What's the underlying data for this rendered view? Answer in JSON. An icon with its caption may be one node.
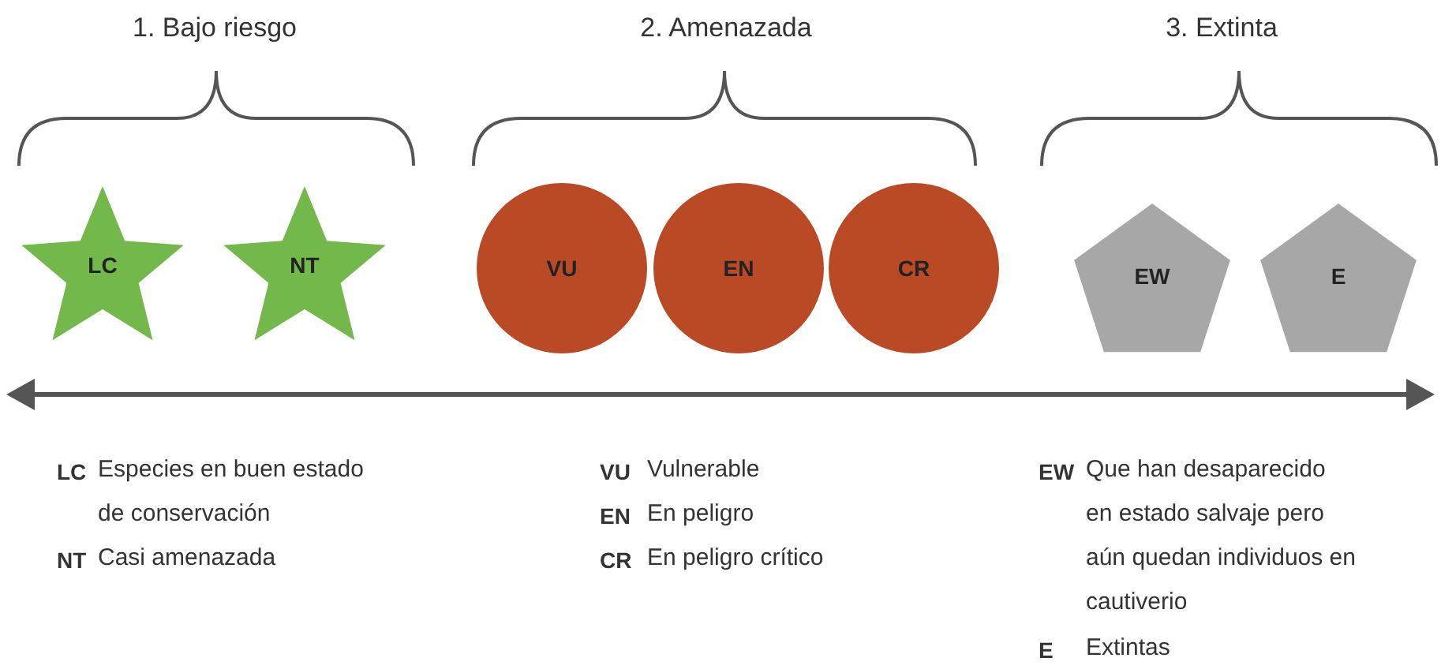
{
  "diagram": {
    "nodes": [
      {
        "text": [
          "LC"
        ]
      },
      {
        "text": [
          "NT"
        ]
      },
      {
        "text": [
          "VU"
        ]
      },
      {
        "text": [
          "EN"
        ]
      },
      {
        "text": [
          "CR"
        ]
      },
      {
        "text": [
          "EW"
        ]
      },
      {
        "text": [
          "E"
        ]
      }
    ],
    "labels": [
      "1. Bajo riesgo",
      "2. Amenazada",
      "3. Extinta",
      "LC",
      "Especies en buen estado de conservación",
      "NT",
      "Casi amenazada",
      "VU",
      "Vulnerable",
      "EN",
      "En peligro",
      "CR",
      "En peligro crítico",
      "EW",
      "Que han desaparecido en estado salvaje pero aún quedan individuos en cautiverio",
      "E",
      "Extintas"
    ]
  }
}
